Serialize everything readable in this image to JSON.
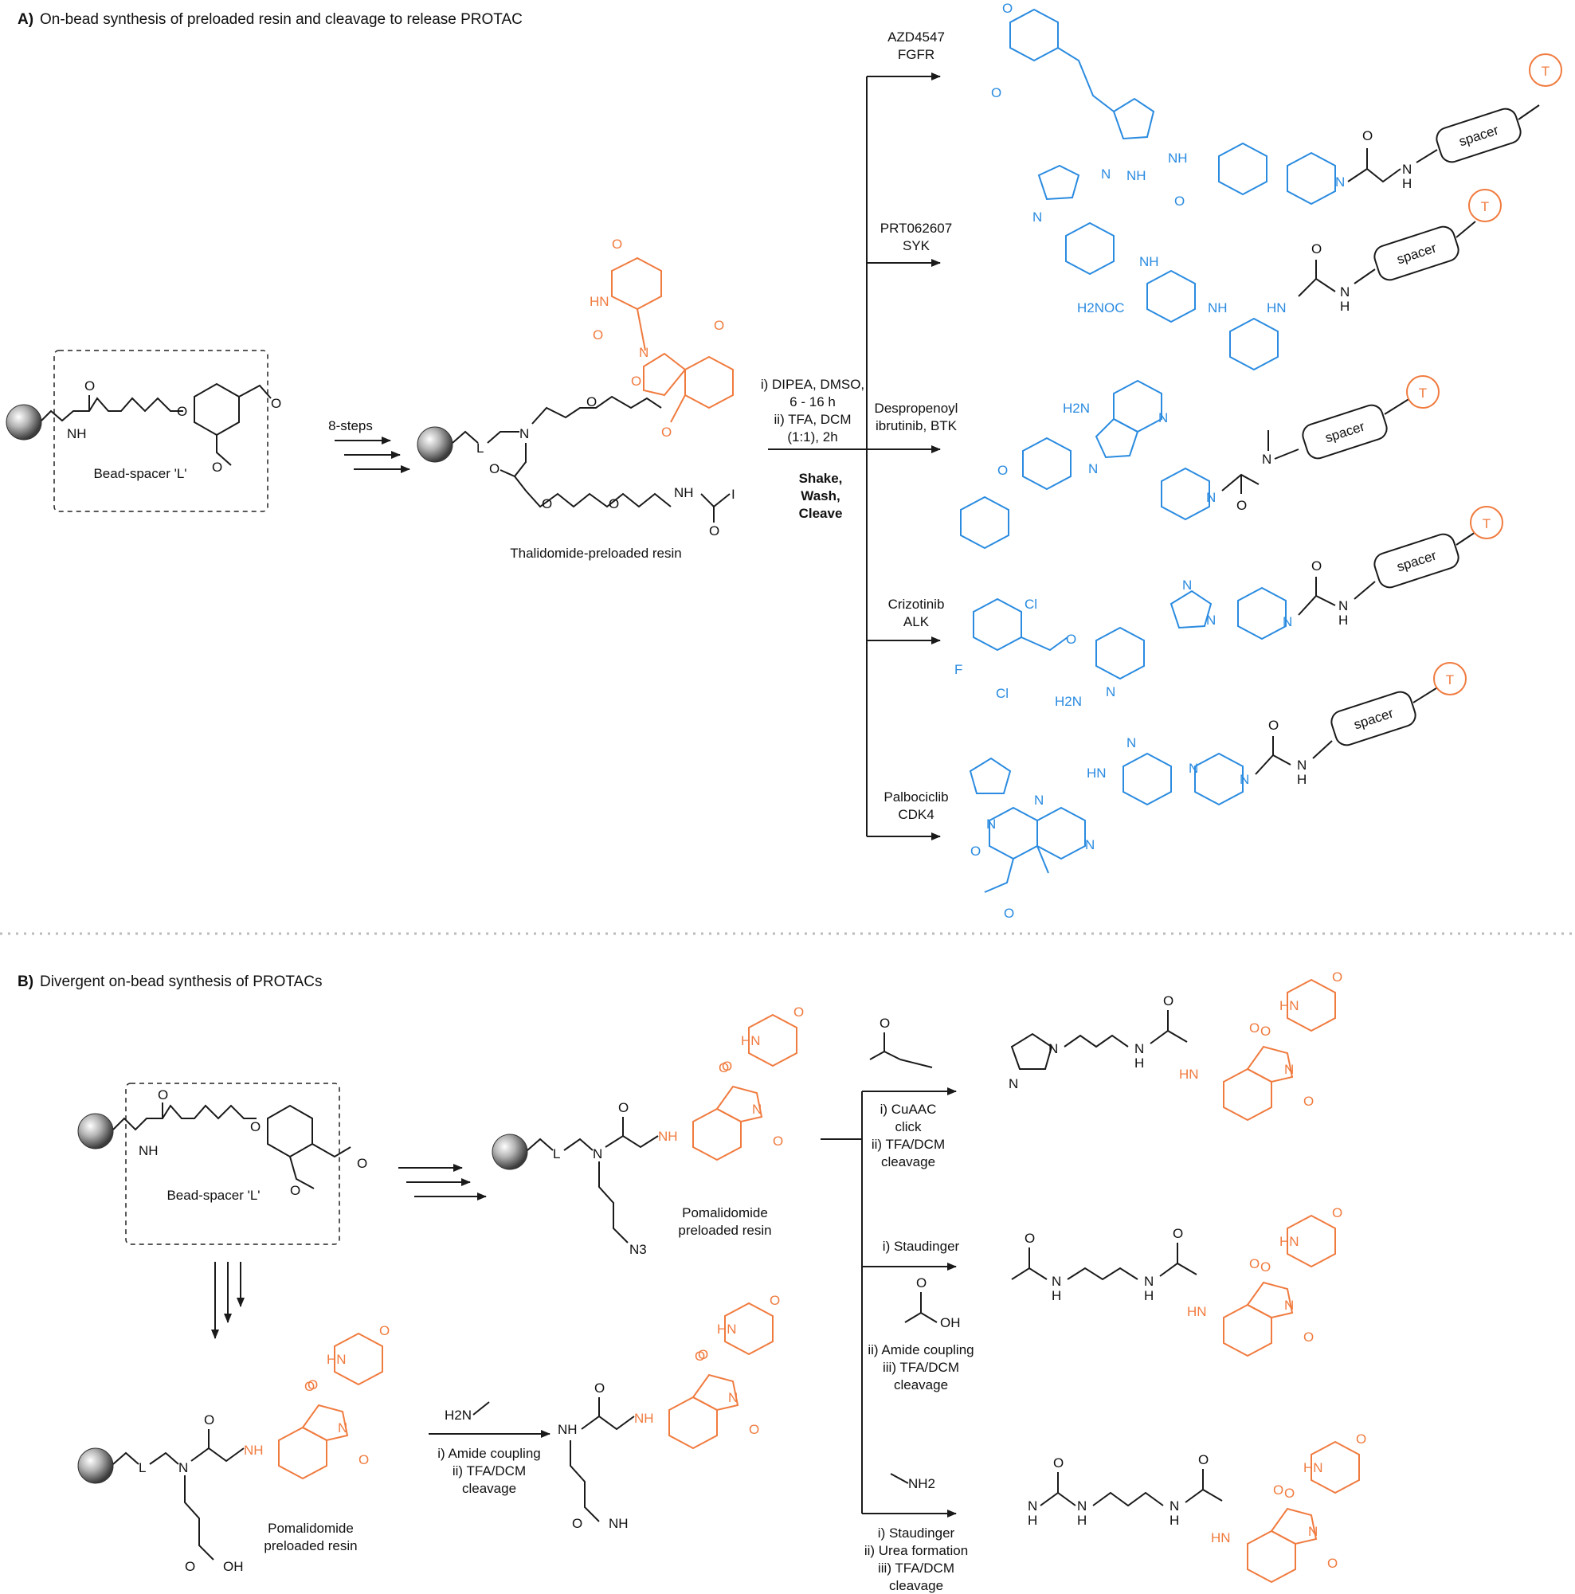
{
  "colors": {
    "target_ligand": "#2a8be0",
    "e3_ligand": "#f07b3f",
    "scaffold": "#1a1a1a",
    "divider": "#bbbbbb"
  },
  "panel_a": {
    "tag": "A)",
    "title": "On-bead synthesis of preloaded resin and cleavage to release PROTAC",
    "bead_spacer_label": "Bead-spacer 'L'",
    "step_label": "8-steps",
    "resin_label": "Thalidomide-preloaded resin",
    "conditions": [
      "i) DIPEA, DMSO,",
      "6 - 16 h",
      "ii) TFA, DCM",
      "(1:1), 2h"
    ],
    "bold_conditions": [
      "Shake,",
      "Wash,",
      "Cleave"
    ],
    "targets": [
      {
        "name": "AZD4547",
        "target": "FGFR"
      },
      {
        "name": "PRT062607",
        "target": "SYK"
      },
      {
        "name": "Despropenoyl",
        "target": "ibrutinib, BTK"
      },
      {
        "name": "Crizotinib",
        "target": "ALK"
      },
      {
        "name": "Palbociclib",
        "target": "CDK4"
      }
    ],
    "spacer_text": "spacer",
    "t_text": "T"
  },
  "panel_b": {
    "tag": "B)",
    "title": "Divergent on-bead synthesis of PROTACs",
    "bead_spacer_label": "Bead-spacer 'L'",
    "pomalidomide_resin_1": [
      "Pomalidomide",
      "preloaded resin"
    ],
    "pomalidomide_resin_2": [
      "Pomalidomide",
      "preloaded resin"
    ],
    "azide_label": "N3",
    "acid_label": "OH",
    "amine_reagent": "H2N",
    "amide_conditions": [
      "i) Amide coupling",
      "ii) TFA/DCM",
      "cleavage"
    ],
    "cuaac_conditions": [
      "i) CuAAC",
      "click",
      "ii) TFA/DCM",
      "cleavage"
    ],
    "staudinger_conditions": [
      "i) Staudinger"
    ],
    "amide_coupling_conditions": [
      "ii) Amide coupling",
      "iii) TFA/DCM",
      "cleavage"
    ],
    "urea_conditions": [
      "i) Staudinger",
      "ii) Urea formation",
      "iii) TFA/DCM",
      "cleavage"
    ],
    "nh2_reagent": "NH2"
  },
  "atoms": {
    "nh": "NH",
    "n": "N",
    "o": "O",
    "h": "H",
    "hn": "HN",
    "l": "L",
    "i": "I",
    "cl": "Cl",
    "f": "F",
    "h2n": "H2N",
    "h2noc": "H2NOC",
    "oh": "OH"
  }
}
